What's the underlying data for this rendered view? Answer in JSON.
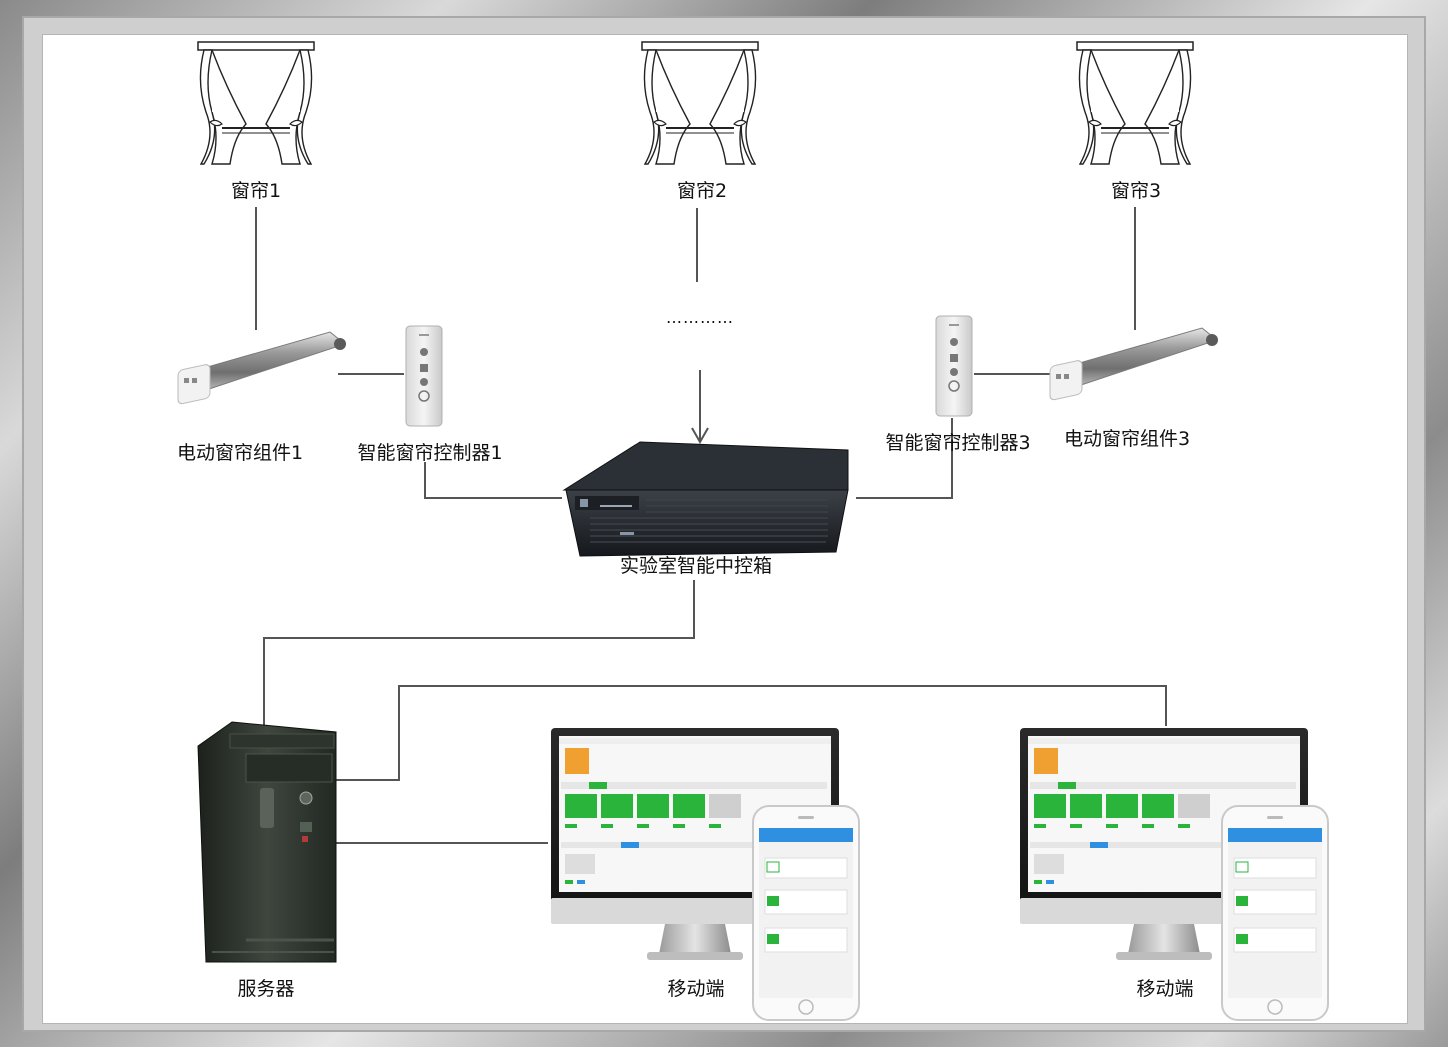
{
  "labels": {
    "curtain_1": "窗帘1",
    "curtain_2": "窗帘2",
    "curtain_3": "窗帘3",
    "ellipsis": "…………",
    "motor_1": "电动窗帘组件1",
    "controller_1": "智能窗帘控制器1",
    "controller_3": "智能窗帘控制器3",
    "motor_3": "电动窗帘组件3",
    "hub": "实验室智能中控箱",
    "server": "服务器",
    "mobile_1": "移动端",
    "mobile_2": "移动端"
  },
  "icons": {
    "curtain": "curtain-window-icon",
    "motor": "curtain-motor-icon",
    "controller": "wall-remote-icon",
    "hub": "rack-chassis-icon",
    "server": "tower-server-icon",
    "monitor": "desktop-monitor-icon",
    "phone": "smartphone-icon"
  },
  "colors": {
    "line": "#555555",
    "panel_green": "#2ab43c",
    "panel_orange": "#f0a030",
    "panel_blue": "#2f8fe0"
  }
}
